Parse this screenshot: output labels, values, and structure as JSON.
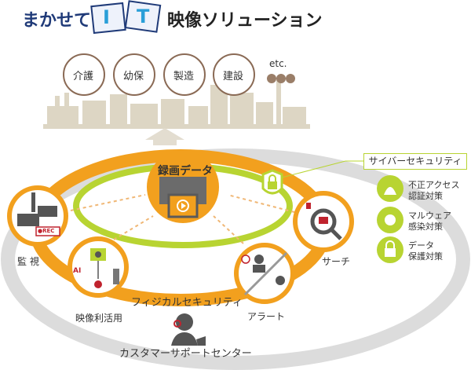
{
  "title": {
    "prefix": "まかせて",
    "card1": "I",
    "card2": "T",
    "suffix": "映像ソリューション"
  },
  "industries": [
    "介護",
    "幼保",
    "製造",
    "建設"
  ],
  "industries_more": "etc.",
  "center": {
    "label": "録画データ"
  },
  "nodes": {
    "monitor": "監 視",
    "utilization": "映像利活用",
    "alert": "アラート",
    "search": "サーチ"
  },
  "rec_badge": "●REC",
  "ai_badge": "AI",
  "physical_security": "フィジカルセキュリティ",
  "support_center": "カスタマーサポートセンター",
  "cyber": {
    "title": "サイバーセキュリティ",
    "items": [
      {
        "line1": "不正アクセス",
        "line2": "認証対策",
        "icon": "hacker-icon"
      },
      {
        "line1": "マルウェア",
        "line2": "感染対策",
        "icon": "virus-icon"
      },
      {
        "line1": "データ",
        "line2": "保護対策",
        "icon": "lock-icon"
      }
    ]
  },
  "colors": {
    "orange": "#f2a01e",
    "lime": "#b8d432",
    "gray": "#d9d9d9",
    "navy": "#1f3a78",
    "beige": "#d8d0bd",
    "brown": "#8a6a55"
  }
}
